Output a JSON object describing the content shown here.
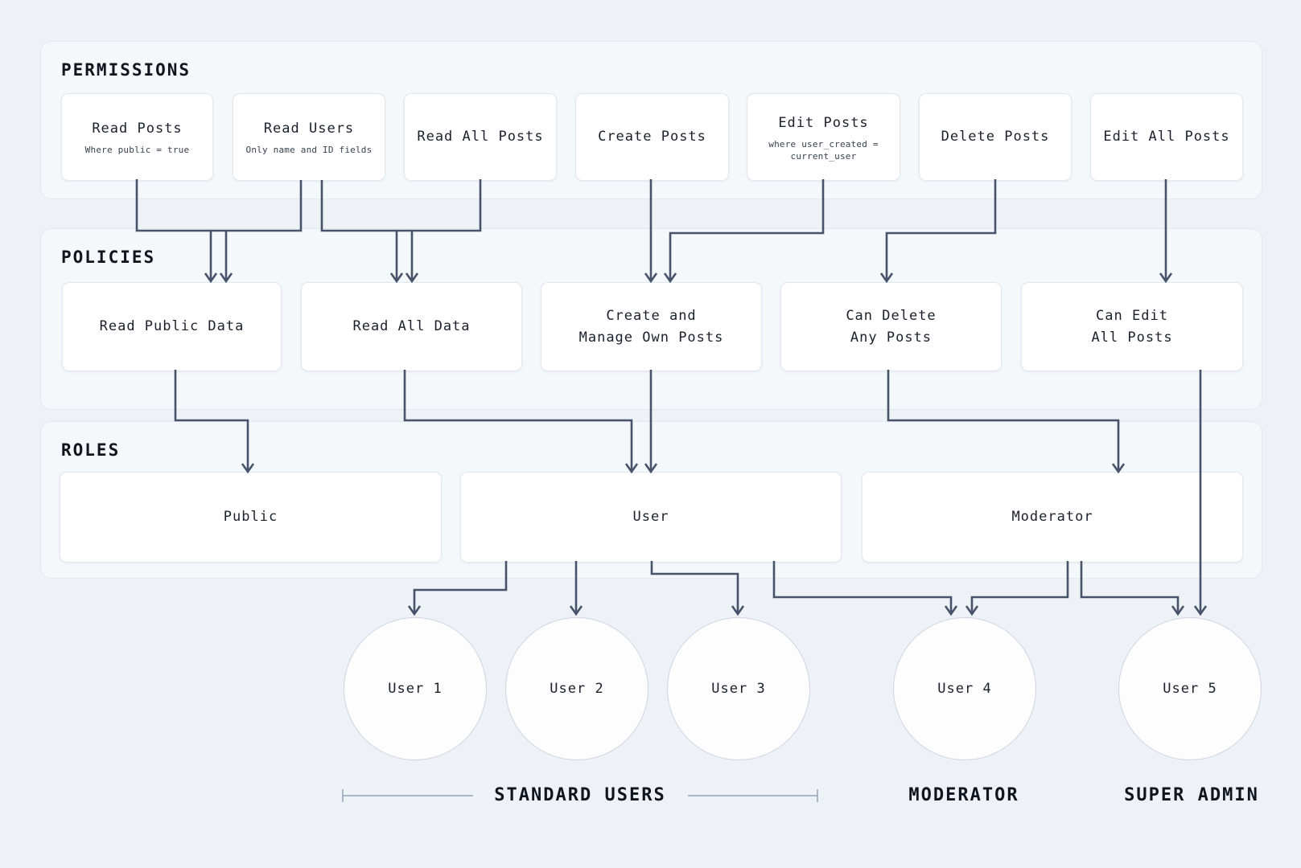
{
  "colors": {
    "page_bg": "#eef2f7",
    "section_bg": "#f5f8fb",
    "section_border": "#e3e9f1",
    "node_bg": "#ffffff",
    "node_border": "#e2e8f0",
    "arrow": "#46536a",
    "bracket_line": "#90a4bb",
    "text": "#1a212c"
  },
  "sections": {
    "permissions": {
      "title": "PERMISSIONS",
      "boxes": [
        {
          "label": "Read Posts",
          "sub": "Where public = true"
        },
        {
          "label": "Read Users",
          "sub": "Only name and ID fields"
        },
        {
          "label": "Read All Posts",
          "sub": ""
        },
        {
          "label": "Create Posts",
          "sub": ""
        },
        {
          "label": "Edit Posts",
          "sub": "where user_created =\ncurrent_user"
        },
        {
          "label": "Delete Posts",
          "sub": ""
        },
        {
          "label": "Edit All Posts",
          "sub": ""
        }
      ]
    },
    "policies": {
      "title": "POLICIES",
      "boxes": [
        {
          "label": "Read Public Data"
        },
        {
          "label": "Read All Data"
        },
        {
          "label": "Create and\nManage Own Posts"
        },
        {
          "label": "Can Delete\nAny Posts"
        },
        {
          "label": "Can Edit\nAll Posts"
        }
      ]
    },
    "roles": {
      "title": "ROLES",
      "boxes": [
        {
          "label": "Public"
        },
        {
          "label": "User"
        },
        {
          "label": "Moderator"
        }
      ]
    }
  },
  "users": [
    {
      "label": "User 1"
    },
    {
      "label": "User 2"
    },
    {
      "label": "User 3"
    },
    {
      "label": "User 4"
    },
    {
      "label": "User 5"
    }
  ],
  "footer": {
    "standard_users": "STANDARD USERS",
    "moderator": "MODERATOR",
    "super_admin": "SUPER ADMIN"
  }
}
